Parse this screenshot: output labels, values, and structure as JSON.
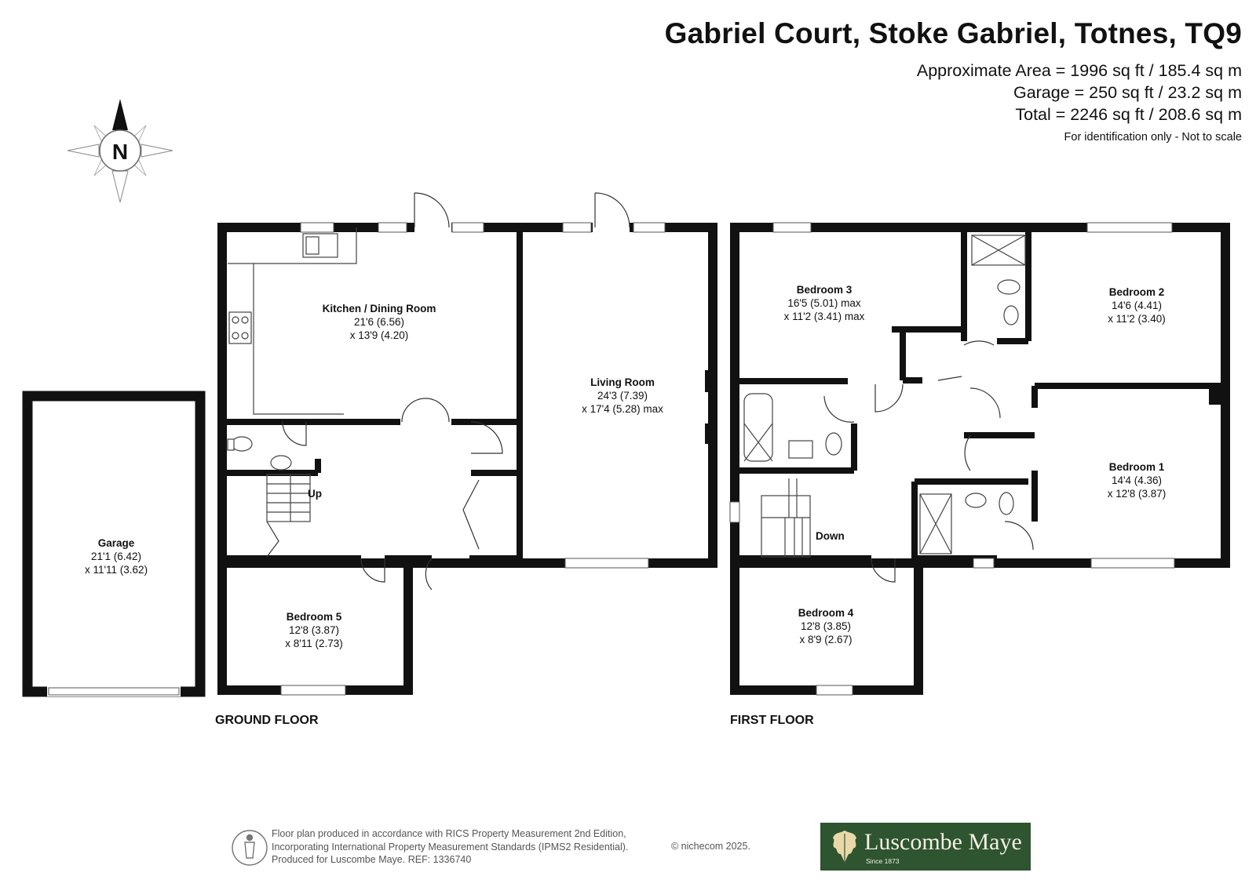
{
  "header": {
    "title": "Gabriel Court, Stoke Gabriel, Totnes, TQ9",
    "approx_area": "Approximate Area = 1996 sq ft / 185.4 sq m",
    "garage_area": "Garage = 250 sq ft / 23.2 sq m",
    "total_area": "Total = 2246 sq ft / 208.6 sq m",
    "disclaimer": "For identification only - Not to scale"
  },
  "compass": {
    "label": "N"
  },
  "floors": {
    "ground": "GROUND FLOOR",
    "first": "FIRST FLOOR"
  },
  "rooms": {
    "garage": {
      "name": "Garage",
      "dim1": "21'1 (6.42)",
      "dim2": "x 11'11 (3.62)"
    },
    "kitchen": {
      "name": "Kitchen / Dining Room",
      "dim1": "21'6 (6.56)",
      "dim2": "x 13'9 (4.20)"
    },
    "living": {
      "name": "Living Room",
      "dim1": "24'3 (7.39)",
      "dim2": "x 17'4 (5.28) max"
    },
    "bedroom5": {
      "name": "Bedroom 5",
      "dim1": "12'8 (3.87)",
      "dim2": "x 8'11 (2.73)"
    },
    "bedroom3": {
      "name": "Bedroom 3",
      "dim1": "16'5 (5.01) max",
      "dim2": "x 11'2 (3.41) max"
    },
    "bedroom2": {
      "name": "Bedroom 2",
      "dim1": "14'6 (4.41)",
      "dim2": "x 11'2 (3.40)"
    },
    "bedroom1": {
      "name": "Bedroom 1",
      "dim1": "14'4 (4.36)",
      "dim2": "x 12'8 (3.87)"
    },
    "bedroom4": {
      "name": "Bedroom 4",
      "dim1": "12'8 (3.85)",
      "dim2": "x 8'9 (2.67)"
    }
  },
  "stairs": {
    "up": "Up",
    "down": "Down"
  },
  "footer": {
    "line1": "Floor plan produced in accordance with RICS Property Measurement 2nd Edition,",
    "line2": "Incorporating International Property Measurement Standards (IPMS2 Residential).",
    "line3": "Produced for Luscombe Maye.   REF:  1336740",
    "copyright": "© nichecom 2025."
  },
  "brand": {
    "name": "Luscombe Maye",
    "since": "Since 1873",
    "color": "#2e5430"
  }
}
